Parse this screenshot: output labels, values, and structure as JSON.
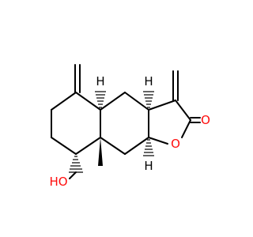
{
  "molecule": {
    "atoms": {
      "hydroxyl": {
        "text": "HO",
        "color": "#ff0d0d"
      },
      "ring_oxygen": {
        "text": "O",
        "color": "#ff0d0d"
      },
      "carbonyl_oxygen": {
        "text": "O",
        "color": "#ff0d0d"
      },
      "h_c9a": {
        "text": "H",
        "color": "#000000"
      },
      "h_c4a": {
        "text": "H",
        "color": "#000000"
      },
      "h_c3a": {
        "text": "H",
        "color": "#000000"
      }
    },
    "bond_color": "#000000",
    "heteroatom_color": "#ff0d0d"
  }
}
